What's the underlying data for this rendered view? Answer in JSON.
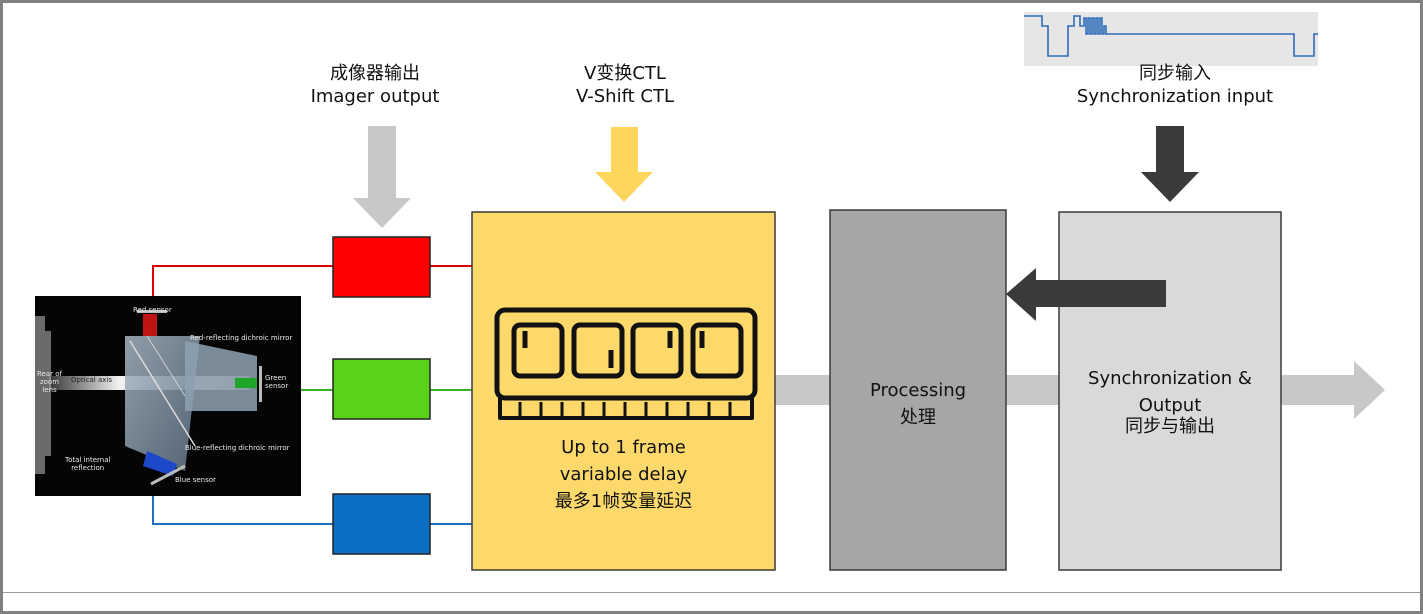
{
  "labels": {
    "imager_output_cn": "成像器输出",
    "imager_output_en": "Imager output",
    "vshift_cn": "V变换CTL",
    "vshift_en": "V-Shift CTL",
    "sync_input_cn": "同步输入",
    "sync_input_en": "Synchronization input"
  },
  "blocks": {
    "delay_line1": "Up to 1 frame",
    "delay_line2": "variable delay",
    "delay_cn": "最多1帧变量延迟",
    "processing_en": "Processing",
    "processing_cn": "处理",
    "sync_line1": "Synchronization &",
    "sync_line2": "Output",
    "sync_cn": "同步与输出"
  },
  "prism": {
    "red_sensor": "Red sensor",
    "red_mirror": "Red-reflecting dichroic mirror",
    "rear_zoom_1": "Rear of",
    "rear_zoom_2": "zoom",
    "rear_zoom_3": "lens",
    "optical_axis": "Optical axis",
    "green_sensor_1": "Green",
    "green_sensor_2": "sensor",
    "blue_mirror": "Blue-reflecting dichroic mirror",
    "tir_1": "Total internal",
    "tir_2": "reflection",
    "blue_sensor": "Blue sensor"
  },
  "colors": {
    "red": "#ff0000",
    "green": "#5cd11a",
    "blue": "#0a6fc2",
    "yellow_box": "#fdd96b",
    "yellow_arrow": "#fed65e",
    "gray_dark_box": "#a6a6a6",
    "gray_light_box": "#d9d9d9",
    "arrow_gray": "#c8c8c8",
    "arrow_dark": "#3a3a3a"
  }
}
